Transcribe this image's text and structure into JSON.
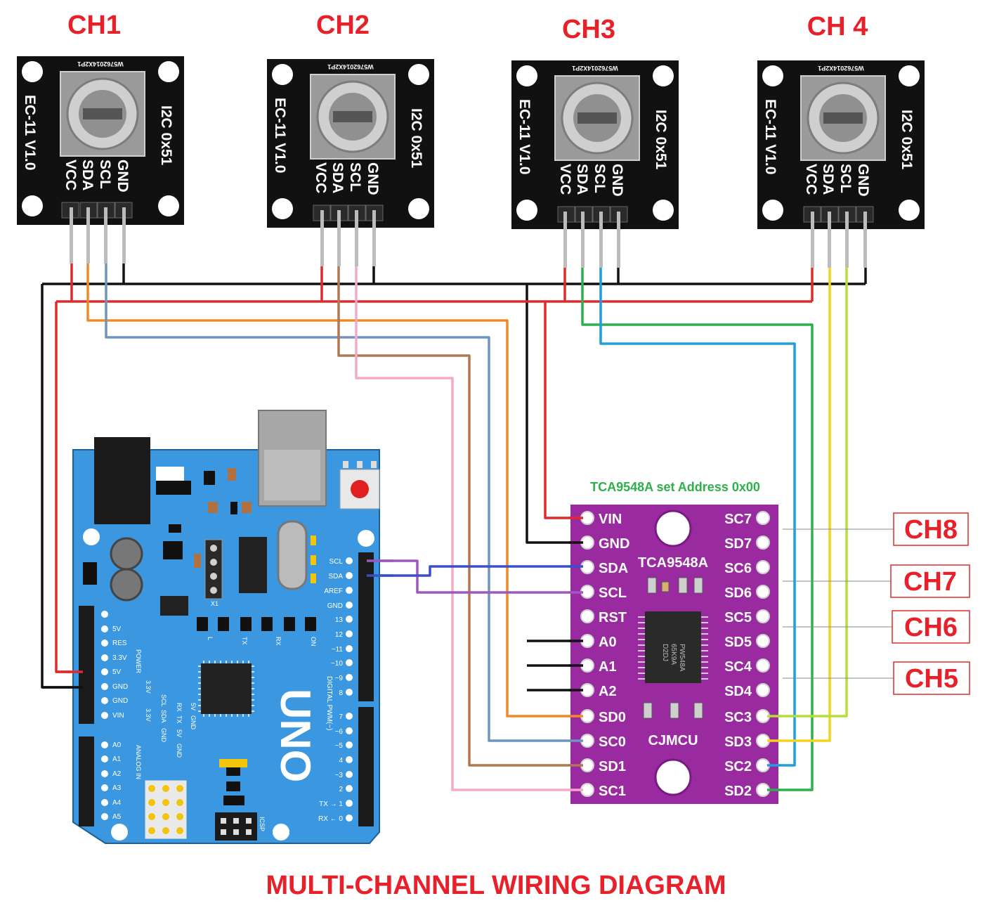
{
  "title": "MULTI-CHANNEL WIRING DIAGRAM",
  "colors": {
    "title": "#e8202a",
    "module_board": "#111111",
    "uno_board": "#3a97e0",
    "mux_board": "#9a2aa0",
    "wire_black": "#111111",
    "wire_red": "#e02a2a",
    "wire_orange": "#ef8a2a",
    "wire_blue_grey": "#6d95c0",
    "wire_brown": "#b07850",
    "wire_pink": "#f6a8c8",
    "wire_green": "#2db04a",
    "wire_cyan": "#1e9ee0",
    "wire_yellow": "#f5d21e",
    "wire_lime": "#b6dd36",
    "wire_violet": "#9b59c0",
    "wire_navy": "#3a4fc8"
  },
  "encoders": [
    {
      "channel": "CH1",
      "part": "W5762014X2P1",
      "model": "EC-11  V1.0",
      "addr": "I2C 0x51",
      "pins": [
        "VCC",
        "SDA",
        "SCL",
        "GND"
      ]
    },
    {
      "channel": "CH2",
      "part": "W5762014X2P1",
      "model": "EC-11  V1.0",
      "addr": "I2C 0x51",
      "pins": [
        "VCC",
        "SDA",
        "SCL",
        "GND"
      ]
    },
    {
      "channel": "CH3",
      "part": "W5762014X2P1",
      "model": "EC-11  V1.0",
      "addr": "I2C 0x51",
      "pins": [
        "VCC",
        "SDA",
        "SCL",
        "GND"
      ]
    },
    {
      "channel": "CH 4",
      "part": "W5762014X2P1",
      "model": "EC-11  V1.0",
      "addr": "I2C 0x51",
      "pins": [
        "VCC",
        "SDA",
        "SCL",
        "GND"
      ]
    }
  ],
  "mux": {
    "caption": "TCA9548A set Address 0x00",
    "chip_label": "TCA9548A",
    "brand": "CJMCU",
    "ic_marking": [
      "PW548A",
      "65K9A",
      "D2DJ"
    ],
    "left_pins": [
      "VIN",
      "GND",
      "SDA",
      "SCL",
      "RST",
      "A0",
      "A1",
      "A2",
      "SD0",
      "SC0",
      "SD1",
      "SC1"
    ],
    "right_pins": [
      "SC7",
      "SD7",
      "SC6",
      "SD6",
      "SC5",
      "SD5",
      "SC4",
      "SD4",
      "SC3",
      "SD3",
      "SC2",
      "SD2"
    ],
    "channel_tags": [
      "CH8",
      "CH7",
      "CH6",
      "CH5"
    ]
  },
  "uno": {
    "name": "UNO",
    "right_top_labels": [
      "SCL",
      "SDA",
      "AREF",
      "GND",
      "13",
      "12",
      "~11",
      "~10",
      "~9",
      "8"
    ],
    "right_bottom_labels": [
      "7",
      "~6",
      "~5",
      "4",
      "~3",
      "2",
      "TX → 1",
      "RX ← 0"
    ],
    "power_labels": [
      "5V",
      "RES",
      "3.3V",
      "5V",
      "GND",
      "GND",
      "VIN"
    ],
    "analog_labels": [
      "A0",
      "A1",
      "A2",
      "A3",
      "A4",
      "A5"
    ],
    "power_header": "POWER",
    "analog_header": "ANALOG IN",
    "digital_header": "DIGITAL PWM(~)",
    "icsp": "ICSP",
    "x1": "X1",
    "led_labels": [
      "L",
      "TX",
      "RX",
      "ON"
    ],
    "icsp_cols": [
      [
        "3.3V",
        "3.3V"
      ],
      [
        "SCL",
        "SDA",
        "GND"
      ],
      [
        "RX",
        "TX",
        "5V",
        "GND"
      ],
      [
        "5V",
        "GND"
      ]
    ]
  }
}
